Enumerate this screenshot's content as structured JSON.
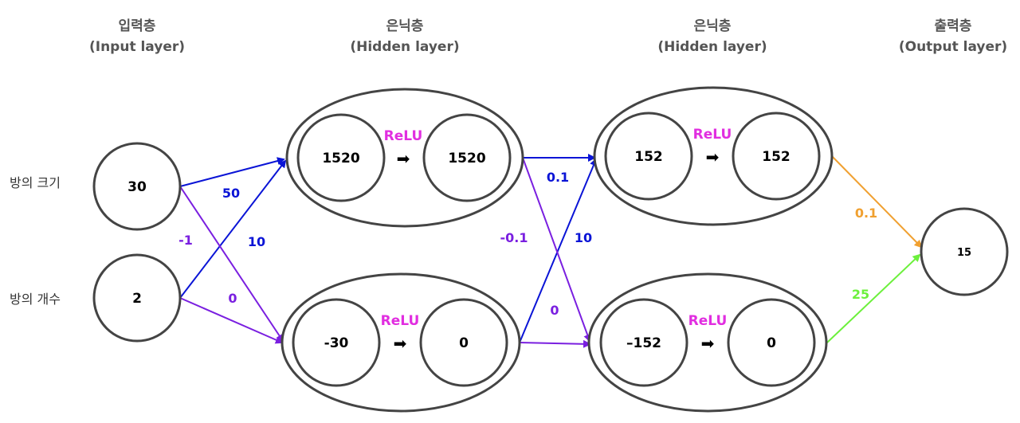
{
  "layers": [
    {
      "name": "입력층",
      "sub": "(Input layer)"
    },
    {
      "name": "은닉층",
      "sub": "(Hidden layer)"
    },
    {
      "name": "은닉층",
      "sub": "(Hidden layer)"
    },
    {
      "name": "출력층",
      "sub": "(Output layer)"
    }
  ],
  "inputs": [
    {
      "label": "방의 크기",
      "value": "30"
    },
    {
      "label": "방의 개수",
      "value": "2"
    }
  ],
  "hidden1": [
    {
      "pre": "1520",
      "post": "1520"
    },
    {
      "pre": "-30",
      "post": "0"
    }
  ],
  "hidden2": [
    {
      "pre": "152",
      "post": "152"
    },
    {
      "pre": "–152",
      "post": "0"
    }
  ],
  "activation": "ReLU",
  "arrow_symbol": "➡",
  "output": {
    "value": "15"
  },
  "weights": {
    "in_to_h1": {
      "w11": "50",
      "w12": "-1",
      "w21": "10",
      "w22": "0"
    },
    "h1_to_h2": {
      "w11": "0.1",
      "w12": "-0.1",
      "w21": "10",
      "w22": "0"
    },
    "h2_to_out": {
      "w1": "0.1",
      "w2": "25"
    }
  },
  "colors": {
    "blue": "#0a14d6",
    "purple": "#7a1fe0",
    "orange": "#f0a030",
    "green": "#6cf03c",
    "relu": "#e12ee0"
  }
}
